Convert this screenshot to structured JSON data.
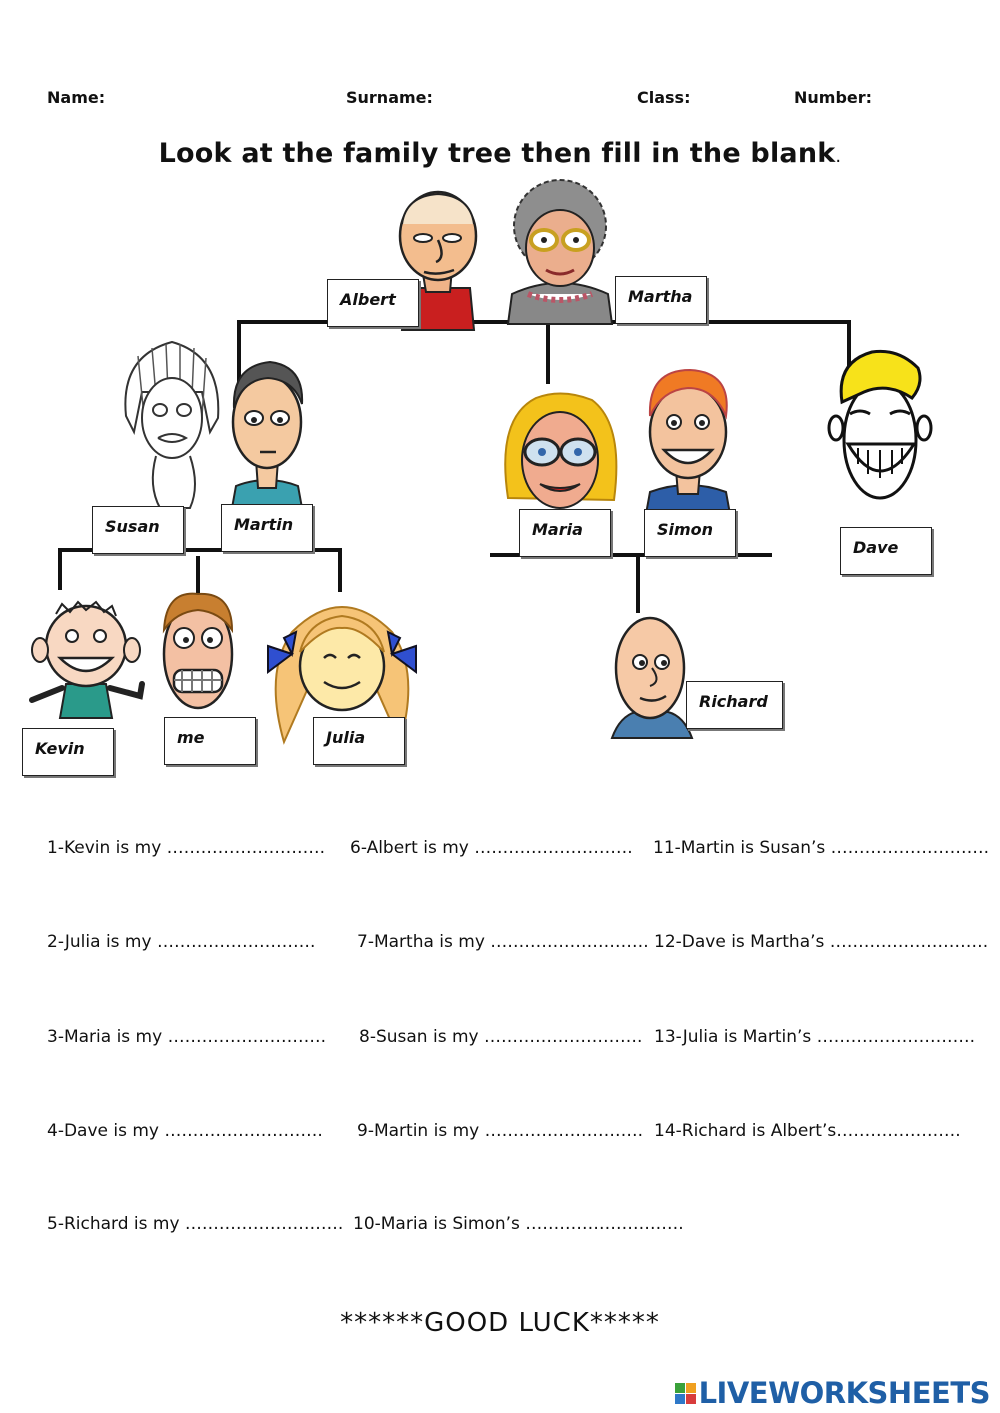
{
  "header": {
    "name_label": "Name:",
    "surname_label": "Surname:",
    "class_label": "Class:",
    "number_label": "Number:"
  },
  "title": {
    "text": "Look at the family tree then fill in the blank",
    "period": "."
  },
  "tree": {
    "albert": "Albert",
    "martha": "Martha",
    "susan": "Susan",
    "martin": "Martin",
    "maria": "Maria",
    "simon": "Simon",
    "dave": "Dave",
    "kevin": "Kevin",
    "me": "me",
    "julia": "Julia",
    "richard": "Richard"
  },
  "questions": [
    "1-Kevin is my ……………………….",
    "2-Julia is my ……………………….",
    "3-Maria is my ……………………….",
    "4-Dave is my ……………………….",
    "5-Richard is my ……………………….",
    "6-Albert is my ……………………….",
    "7-Martha is my ……………………….",
    "8-Susan is my ……………………….",
    "9-Martin is my ……………………….",
    "10-Maria is Simon’s ……………………….",
    "11-Martin is Susan’s ……………………….",
    "12-Dave is Martha’s ……………………….",
    "13-Julia is Martin’s ……………………….",
    "14-Richard is Albert’s…………………."
  ],
  "footer": {
    "good_luck": "******GOOD  LUCK*****",
    "brand": "LIVEWORKSHEETS"
  },
  "colors": {
    "brand": "#1f5fa6",
    "logo": [
      "#3aa13a",
      "#f0a020",
      "#2e78c8",
      "#d83c3c"
    ]
  }
}
